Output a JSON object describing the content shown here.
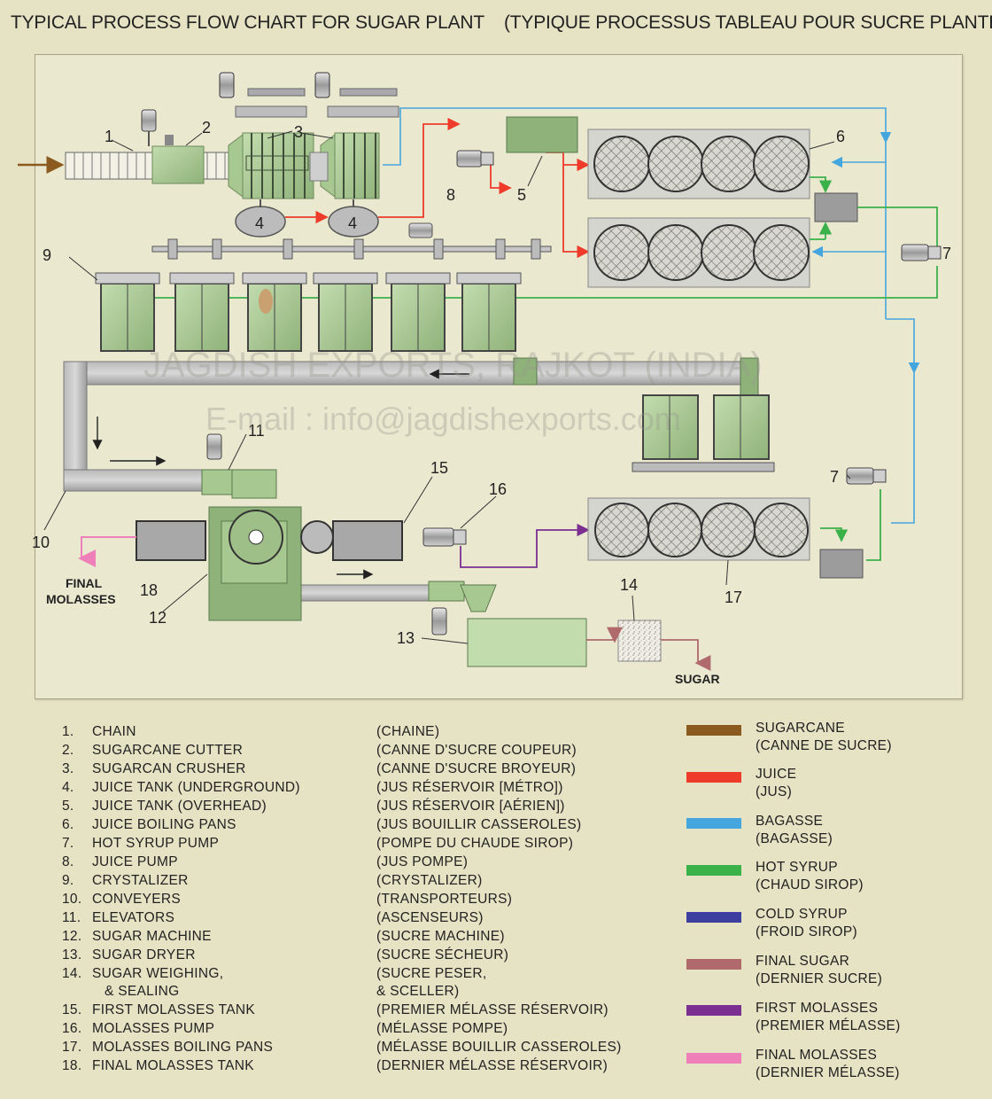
{
  "title": {
    "en": "TYPICAL PROCESS FLOW CHART FOR SUGAR PLANT",
    "fr": "(TYPIQUE PROCESSUS TABLEAU POUR SUCRE PLANTE)"
  },
  "watermark": {
    "line1": "JAGDISH EXPORTS, RAJKOT (INDIA)",
    "line2": "E-mail : info@jagdishexports.com"
  },
  "diagram_labels": {
    "n1": "1",
    "n2": "2",
    "n3": "3",
    "n4a": "4",
    "n4b": "4",
    "n5": "5",
    "n6": "6",
    "n7a": "7",
    "n7b": "7",
    "n8": "8",
    "n9": "9",
    "n10": "10",
    "n11": "11",
    "n12": "12",
    "n13": "13",
    "n14": "14",
    "n15": "15",
    "n16": "16",
    "n17": "17",
    "n18": "18",
    "final_molasses_1": "FINAL",
    "final_molasses_2": "MOLASSES",
    "sugar": "SUGAR"
  },
  "components": [
    {
      "num": "1.",
      "en": "CHAIN",
      "fr": "(CHAINE)"
    },
    {
      "num": "2.",
      "en": "SUGARCANE CUTTER",
      "fr": "(CANNE D'SUCRE COUPEUR)"
    },
    {
      "num": "3.",
      "en": "SUGARCAN CRUSHER",
      "fr": "(CANNE D'SUCRE BROYEUR)"
    },
    {
      "num": "4.",
      "en": "JUICE TANK (UNDERGROUND)",
      "fr": "(JUS RÉSERVOIR [MÉTRO])"
    },
    {
      "num": "5.",
      "en": "JUICE TANK (OVERHEAD)",
      "fr": "(JUS RÉSERVOIR [AÉRIEN])"
    },
    {
      "num": "6.",
      "en": "JUICE BOILING PANS",
      "fr": "(JUS BOUILLIR CASSEROLES)"
    },
    {
      "num": "7.",
      "en": "HOT SYRUP PUMP",
      "fr": "(POMPE DU CHAUDE SIROP)"
    },
    {
      "num": "8.",
      "en": "JUICE PUMP",
      "fr": "(JUS POMPE)"
    },
    {
      "num": "9.",
      "en": "CRYSTALIZER",
      "fr": "(CRYSTALIZER)"
    },
    {
      "num": "10.",
      "en": "CONVEYERS",
      "fr": "(TRANSPORTEURS)"
    },
    {
      "num": "11.",
      "en": "ELEVATORS",
      "fr": "(ASCENSEURS)"
    },
    {
      "num": "12.",
      "en": "SUGAR MACHINE",
      "fr": "(SUCRE MACHINE)"
    },
    {
      "num": "13.",
      "en": "SUGAR DRYER",
      "fr": "(SUCRE SÉCHEUR)"
    },
    {
      "num": "14.",
      "en": "SUGAR WEIGHING,",
      "fr": "(SUCRE PESER,"
    },
    {
      "num": "",
      "en": "& SEALING",
      "fr": "& SCELLER)"
    },
    {
      "num": "15.",
      "en": "FIRST MOLASSES TANK",
      "fr": "(PREMIER MÉLASSE RÉSERVOIR)"
    },
    {
      "num": "16.",
      "en": "MOLASSES PUMP",
      "fr": "(MÉLASSE POMPE)"
    },
    {
      "num": "17.",
      "en": "MOLASSES BOILING PANS",
      "fr": "(MÉLASSE BOUILLIR CASSEROLES)"
    },
    {
      "num": "18.",
      "en": "FINAL MOLASSES TANK",
      "fr": "(DERNIER MÉLASSE RÉSERVOIR)"
    }
  ],
  "flow_key": [
    {
      "line1": "SUGARCANE",
      "line2": "(CANNE DE SUCRE)",
      "color": "#8a5a1e"
    },
    {
      "line1": "JUICE",
      "line2": "(JUS)",
      "color": "#ee3b2a"
    },
    {
      "line1": "BAGASSE",
      "line2": "(BAGASSE)",
      "color": "#45a6de"
    },
    {
      "line1": "HOT SYRUP",
      "line2": "(CHAUD SIROP)",
      "color": "#3bb14a"
    },
    {
      "line1": "COLD SYRUP",
      "line2": "(FROID SIROP)",
      "color": "#3d3fa0"
    },
    {
      "line1": "FINAL SUGAR",
      "line2": "(DERNIER SUCRE)",
      "color": "#b06a6c"
    },
    {
      "line1": "FIRST MOLASSES",
      "line2": "(PREMIER MÉLASSE)",
      "color": "#7a2f91"
    },
    {
      "line1": "FINAL MOLASSES",
      "line2": "(DERNIER MÉLASSE)",
      "color": "#ee7fb8"
    }
  ]
}
